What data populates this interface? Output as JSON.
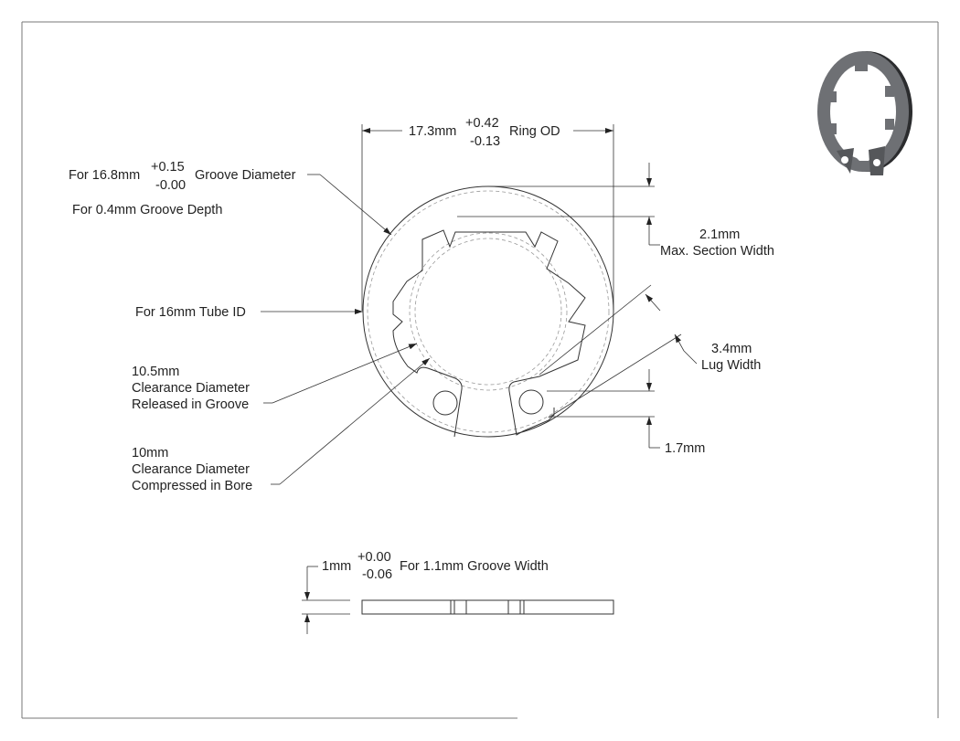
{
  "drawing": {
    "ring_od": {
      "value": "17.3mm",
      "tol_plus": "+0.42",
      "tol_minus": "-0.13",
      "label": "Ring OD"
    },
    "groove_diameter": {
      "prefix": "For 16.8mm",
      "tol_plus": "+0.15",
      "tol_minus": "-0.00",
      "label": "Groove Diameter"
    },
    "groove_depth": "For 0.4mm Groove Depth",
    "tube_id": "For 16mm Tube ID",
    "section_width": {
      "value": "2.1mm",
      "label": "Max. Section Width"
    },
    "lug_width": {
      "value": "3.4mm",
      "label": "Lug Width"
    },
    "lug_gap": "1.7mm",
    "clearance_released": {
      "line1": "10.5mm",
      "line2": "Clearance Diameter",
      "line3": "Released in Groove"
    },
    "clearance_compressed": {
      "line1": "10mm",
      "line2": "Clearance Diameter",
      "line3": "Compressed in Bore"
    },
    "thickness": {
      "value": "1mm",
      "tol_plus": "+0.00",
      "tol_minus": "-0.06",
      "label": "For 1.1mm Groove Width"
    }
  },
  "colors": {
    "ink": "#222222",
    "border": "#777777",
    "part_shade": "#55575a",
    "part_dark": "#2b2c2e"
  }
}
